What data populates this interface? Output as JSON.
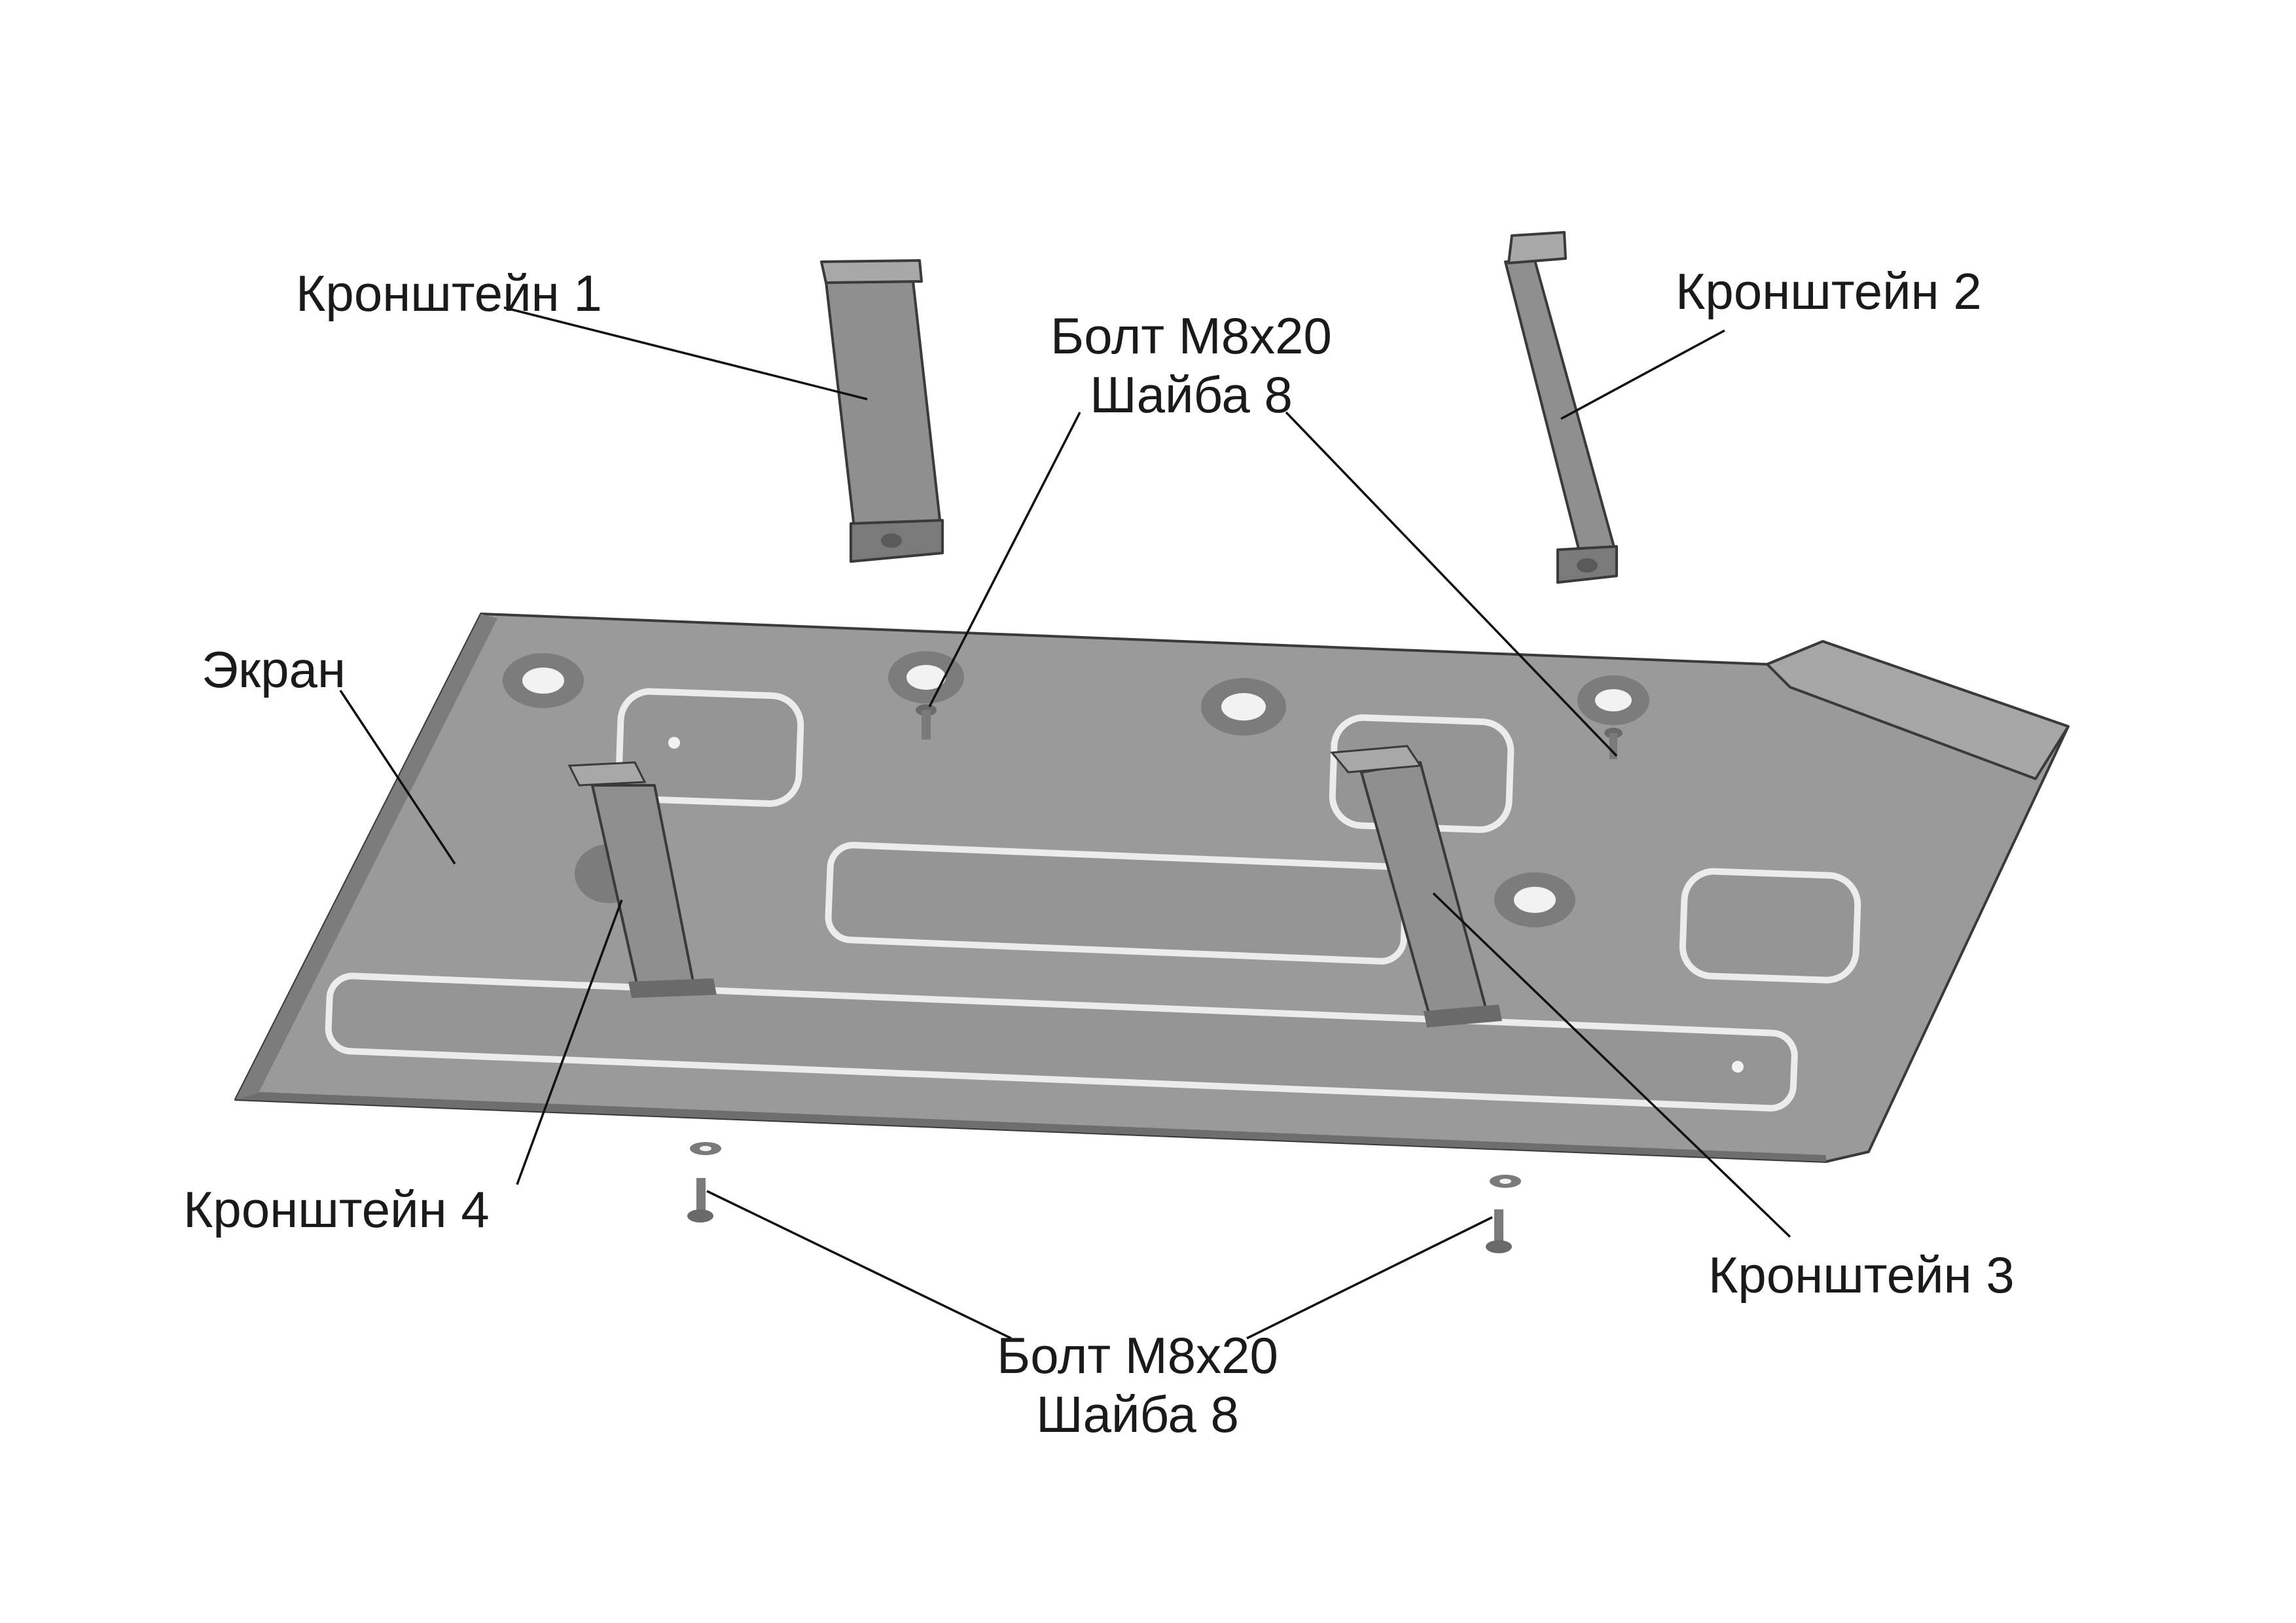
{
  "labels": {
    "bracket_1": "Кронштейн 1",
    "bracket_2": "Кронштейн 2",
    "bracket_3": "Кронштейн 3",
    "bracket_4": "Кронштейн 4",
    "screen": "Экран",
    "fastener_top_line1": "Болт М8х20",
    "fastener_top_line2": "Шайба 8",
    "fastener_bottom_line1": "Болт М8х20",
    "fastener_bottom_line2": "Шайба 8"
  },
  "colors": {
    "plate": "#9a9a9a",
    "plate_edge": "#6e6e6e",
    "plate_dark": "#7c7c7c",
    "hole_inner": "#f2f2f2",
    "bracket": "#8f8f8f",
    "bracket_dark": "#6a6a6a",
    "leader": "#111111",
    "text": "#1a1a1a"
  },
  "icons": {
    "bolt": "bolt-icon",
    "washer": "washer-icon"
  }
}
